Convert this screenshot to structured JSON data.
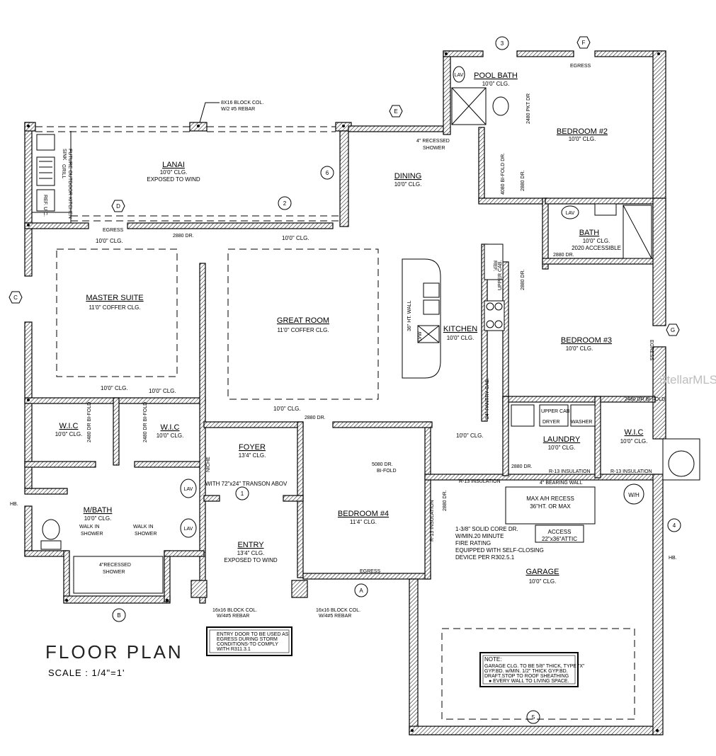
{
  "title": "FLOOR PLAN",
  "scale": "SCALE : 1/4\"=1'",
  "watermark": "StellarMLS",
  "rooms": {
    "lanai": {
      "name": "LANAI",
      "note1": "10'0\" CLG.",
      "note2": "EXPOSED TO WIND"
    },
    "dining": {
      "name": "DINING",
      "note1": "10'0\" CLG."
    },
    "pool_bath": {
      "name": "POOL BATH",
      "note1": "10'0\" CLG."
    },
    "bedroom2": {
      "name": "BEDROOM #2",
      "note1": "10'0\" CLG."
    },
    "bath": {
      "name": "BATH",
      "note1": "10'0\" CLG.",
      "note2": "2020 ACCESSIBLE"
    },
    "master_suite": {
      "name": "MASTER SUITE",
      "note1": "11'0\" COFFER CLG."
    },
    "great_room": {
      "name": "GREAT ROOM",
      "note1": "11'0\" COFFER CLG."
    },
    "kitchen": {
      "name": "KITCHEN",
      "note1": "10'0\" CLG."
    },
    "bedroom3": {
      "name": "BEDROOM #3",
      "note1": "10'0\" CLG."
    },
    "wic_left": {
      "name": "W.I.C",
      "note1": "10'0\" CLG."
    },
    "wic_right": {
      "name": "W.I.C",
      "note1": "10'0\" CLG."
    },
    "foyer": {
      "name": "FOYER",
      "note1": "13'4\" CLG."
    },
    "laundry": {
      "name": "LAUNDRY",
      "note1": "10'0\" CLG."
    },
    "wic_bed3": {
      "name": "W.I.C",
      "note1": "10'0\" CLG."
    },
    "m_bath": {
      "name": "M/BATH",
      "note1": "10'0\" CLG."
    },
    "bedroom4": {
      "name": "BEDROOM #4",
      "note1": "11'4\" CLG."
    },
    "entry": {
      "name": "ENTRY",
      "note1": "13'4\" CLG.",
      "note2": "EXPOSED TO WIND"
    },
    "garage": {
      "name": "GARAGE",
      "note1": "10'0\" CLG."
    }
  },
  "notes": {
    "block_col_top": "8X16 BLOCK COL.",
    "block_col_top2": "W/2 #5 REBAR",
    "recessed_shower_pool": "4\" RECESSED",
    "recessed_shower_pool2": "SHOWER",
    "pkt_dr": "2480 PKT DR",
    "bifold_4080": "4080 BI-FOLD DR.",
    "dr_2880": "2880 DR.",
    "egress": "EGRESS",
    "clg_10": "10'0\" CLG.",
    "sink": "SINK",
    "grill": "GRILL",
    "future_kitchen": "FUTURE OUTDOOR KITCHEN",
    "ref_uc": "REF. U.C.",
    "ref": "REF.",
    "upper_cab": "UPPER CAB.",
    "ht_wall": "36\" HT. WALL",
    "dw": "D/W",
    "pantry": "24\" PANTRY CAB.",
    "bifold_2480": "2480 DR BI-FOLD",
    "dryer": "DRYER",
    "washer": "WASHER",
    "upper_cab2": "UPPER CAB",
    "niche": "NICHE",
    "transom": "WITH 72\"x24\" TRANSON ABOV",
    "bifold_5080": "5080 DR.",
    "bifold": "BI-FOLD",
    "r13": "R-13 INSULATION",
    "bearing_wall": "4\" BEARING WALL",
    "ah_recess": "MAX A/H RECESS",
    "ah_recess2": "36\"HT. OR MAX",
    "access": "ACCESS",
    "access2": "22\"x36\"ATTIC",
    "solid_core": "1-3/8\" SOLID CORE DR.",
    "solid_core2": "W/MIN.20 MINUTE",
    "solid_core3": "FIRE RATING",
    "solid_core4": "EQUIPPED WITH SELF-CLOSING",
    "solid_core5": "DEVICE PER R302.5.1",
    "walk_in": "WALK IN",
    "shower": "SHOWER",
    "recessed_shower_m": "4\"RECESSED",
    "block_col_16": "16x16 BLOCK COL.",
    "block_col_16b": "W/4#5 REBAR",
    "entry_note1": "ENTRY DOOR TO BE USED AS",
    "entry_note2": "EGRESS DURING STORM",
    "entry_note3": "CONDITIONS-TO COMPLY",
    "entry_note4": "WITH R311.3.1",
    "garage_note_title": "NOTE:",
    "garage_note1": "GARAGE CLG. TO BE 5/8\" THICK, TYPE \"X\"",
    "garage_note2": "GYP.BD. w/MIN. 1/2\" THICK GYP.BD.",
    "garage_note3": "DRAFT.STOP TO ROOF SHEATHING",
    "garage_note4": "●  EVERY WALL TO LIVING SPACE.",
    "wh": "W/H",
    "lav": "LAV",
    "hb": "HB."
  },
  "grid_markers": {
    "letters": [
      "A",
      "B",
      "C",
      "D",
      "E",
      "F",
      "G"
    ],
    "numbers": [
      "1",
      "2",
      "3",
      "4",
      "5",
      "6"
    ]
  }
}
